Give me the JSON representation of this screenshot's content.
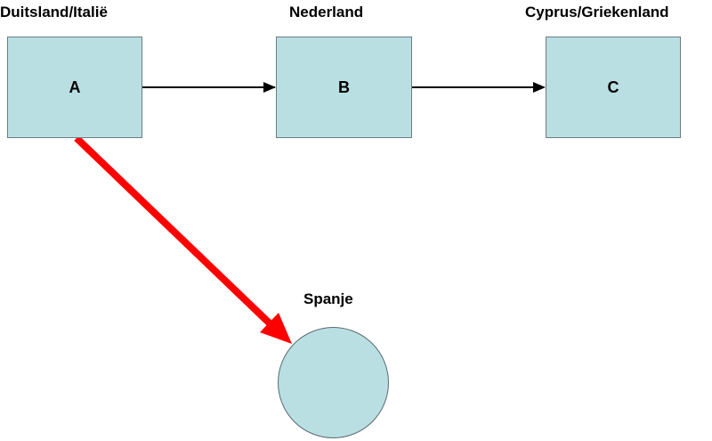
{
  "colors": {
    "node_fill": "#b9dfe3",
    "arrow_black": "#000000",
    "arrow_red": "#ff0000"
  },
  "nodes": {
    "a": {
      "label": "A",
      "title": "Duitsland/Italië"
    },
    "b": {
      "label": "B",
      "title": "Nederland"
    },
    "c": {
      "label": "C",
      "title": "Cyprus/Griekenland"
    },
    "d": {
      "label": "",
      "title": "Spanje"
    }
  },
  "edges": [
    {
      "from": "A",
      "to": "B",
      "color": "black"
    },
    {
      "from": "B",
      "to": "C",
      "color": "black"
    },
    {
      "from": "A",
      "to": "Spanje",
      "color": "red"
    }
  ]
}
